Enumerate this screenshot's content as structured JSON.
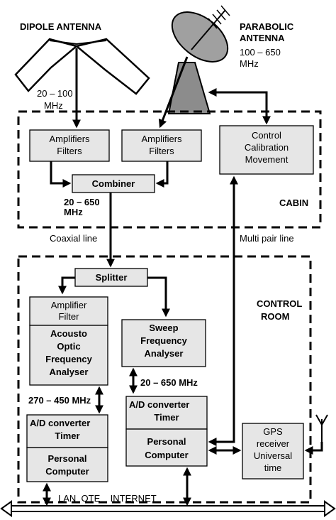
{
  "colors": {
    "box_fill": "#e6e6e6",
    "stroke": "#000000",
    "background": "#ffffff"
  },
  "antennas": {
    "dipole_title": "DIPOLE ANTENNA",
    "dipole_freq_1": "20 – 100",
    "dipole_freq_2": "MHz",
    "parabolic_title_1": "PARABOLIC",
    "parabolic_title_2": "ANTENNA",
    "parabolic_freq_1": "100 – 650",
    "parabolic_freq_2": "MHz"
  },
  "cabin": {
    "label": "CABIN",
    "amp1": [
      "Amplifiers",
      "Filters"
    ],
    "amp2": [
      "Amplifiers",
      "Filters"
    ],
    "control": [
      "Control",
      "Calibration",
      "Movement"
    ],
    "combiner": "Combiner",
    "combiner_freq_1": "20 – 650",
    "combiner_freq_2": "MHz"
  },
  "links": {
    "coaxial": "Coaxial line",
    "multipair": "Multi pair  line"
  },
  "control_room": {
    "label_1": "CONTROL",
    "label_2": "ROOM",
    "splitter": "Splitter",
    "amp_filter": [
      "Amplifier",
      "Filter"
    ],
    "acousto": [
      "Acousto",
      "Optic",
      "Frequency",
      "Analyser"
    ],
    "sweep": [
      "Sweep",
      "Frequency",
      "Analyser"
    ],
    "freq_270": "270 – 450 MHz",
    "freq_20": "20 – 650 MHz",
    "ad_left": [
      "A/D converter",
      "Timer"
    ],
    "pc_left": [
      "Personal",
      "Computer"
    ],
    "ad_right": [
      "A/D converter",
      "Timer"
    ],
    "pc_right": [
      "Personal",
      "Computer"
    ],
    "gps": [
      "GPS",
      "receiver",
      "Universal",
      "time"
    ],
    "lan": "LAN  OTE    INTERNET"
  }
}
